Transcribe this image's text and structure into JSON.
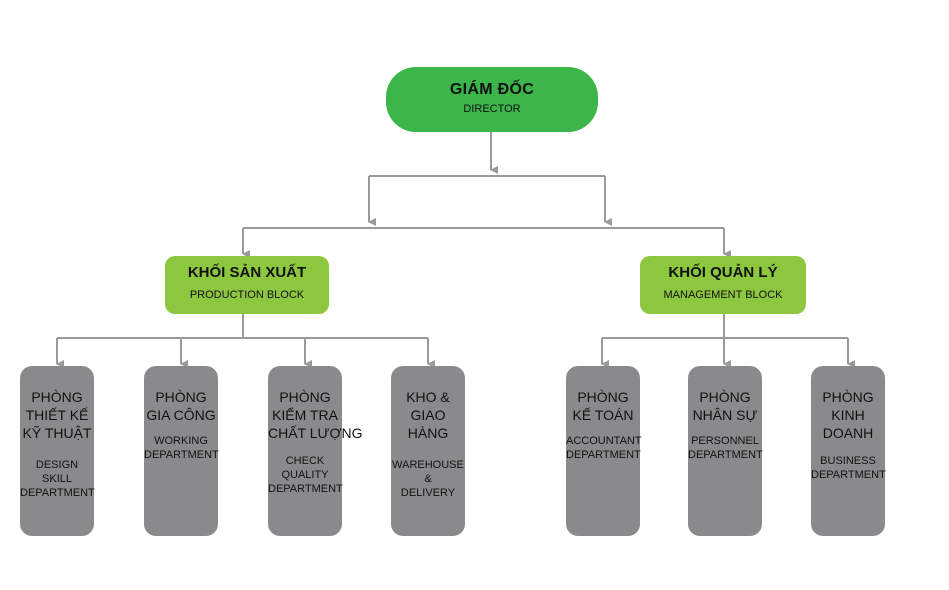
{
  "colors": {
    "director_fill": "#3cb54a",
    "block_fill": "#8dc63f",
    "dept_fill": "#888a8c",
    "connector": "#9a9a9a"
  },
  "director": {
    "title": "GIÁM ĐỐC",
    "subtitle": "DIRECTOR"
  },
  "blocks": {
    "production": {
      "title": "KHỐI SẢN XUẤT",
      "subtitle": "PRODUCTION BLOCK"
    },
    "management": {
      "title": "KHỐI QUẢN LÝ",
      "subtitle": "MANAGEMENT BLOCK"
    }
  },
  "departments": [
    {
      "vn": "PHÒNG\nTHIẾT KẾ\nKỸ THUẬT",
      "en": "DESIGN\nSKILL\nDEPARTMENT"
    },
    {
      "vn": "PHÒNG\nGIA CÔNG",
      "en": "WORKING\nDEPARTMENT"
    },
    {
      "vn": "PHÒNG\nKIỂM TRA\nCHẤT LƯỢNG",
      "en": "CHECK\nQUALITY\nDEPARTMENT"
    },
    {
      "vn": "KHO &\nGIAO\nHÀNG",
      "en": "WAREHOUSE\n&\nDELIVERY"
    },
    {
      "vn": "PHÒNG\nKẾ TOÁN",
      "en": "ACCOUNTANT\nDEPARTMENT"
    },
    {
      "vn": "PHÒNG\nNHÂN SỰ",
      "en": "PERSONNEL\nDEPARTMENT"
    },
    {
      "vn": "PHÒNG\nKINH\nDOANH",
      "en": "BUSINESS\nDEPARTMENT"
    }
  ]
}
